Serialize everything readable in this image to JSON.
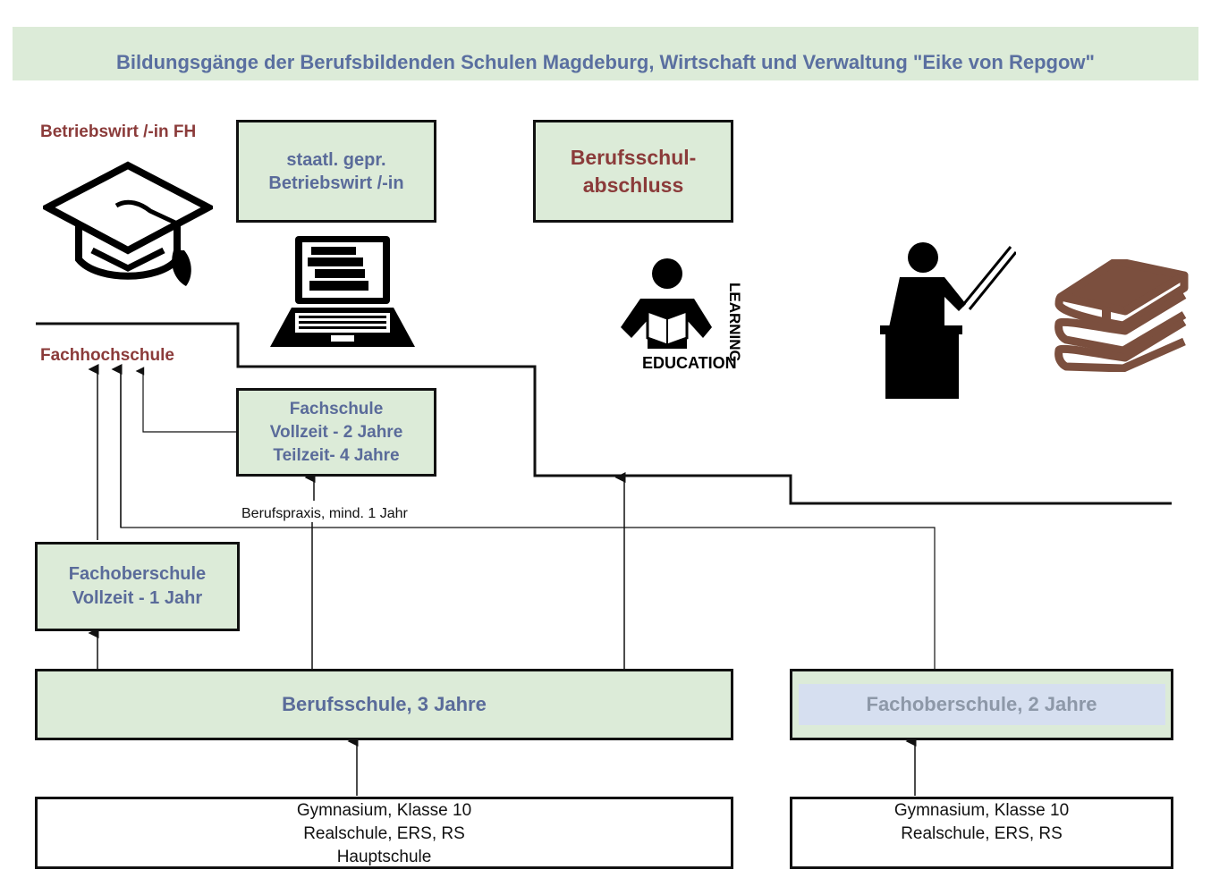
{
  "title": "Bildungsgänge der Berufsbildenden Schulen Magdeburg, Wirtschaft und Verwaltung \"Eike von Repgow\"",
  "labels": {
    "betriebswirt_fh": "Betriebswirt /-in FH",
    "fachhochschule": "Fachhochschule",
    "berufspraxis": "Berufspraxis, mind. 1 Jahr"
  },
  "boxes": {
    "staatl": [
      "staatl. gepr.",
      "Betriebswirt /-in"
    ],
    "berufsschulabschluss": [
      "Berufsschul-",
      "abschluss"
    ],
    "fachschule": [
      "Fachschule",
      "Vollzeit - 2 Jahre",
      "Teilzeit- 4 Jahre"
    ],
    "fachoberschule_1": [
      "Fachoberschule",
      "Vollzeit - 1 Jahr"
    ],
    "berufsschule": "Berufsschule, 3 Jahre",
    "fachoberschule_2": "Fachoberschule,  2 Jahre",
    "schools_left": [
      "Gymnasium, Klasse 10",
      "Realschule, ERS, RS",
      "Hauptschule"
    ],
    "schools_right": [
      "Gymnasium, Klasse 10",
      "Realschule, ERS, RS"
    ]
  },
  "icons": {
    "learning_word": "LEARNING",
    "education_word": "EDUCATION",
    "names": [
      "graduation-cap-icon",
      "laptop-books-icon",
      "reader-learning-icon",
      "teacher-podium-icon",
      "books-stack-icon"
    ]
  },
  "colors": {
    "band": "#dcebd8",
    "title": "#5a6fa0",
    "red": "#8b3b3a",
    "box_fill": "#dcebd8",
    "book_brown": "#7b4f3e"
  }
}
